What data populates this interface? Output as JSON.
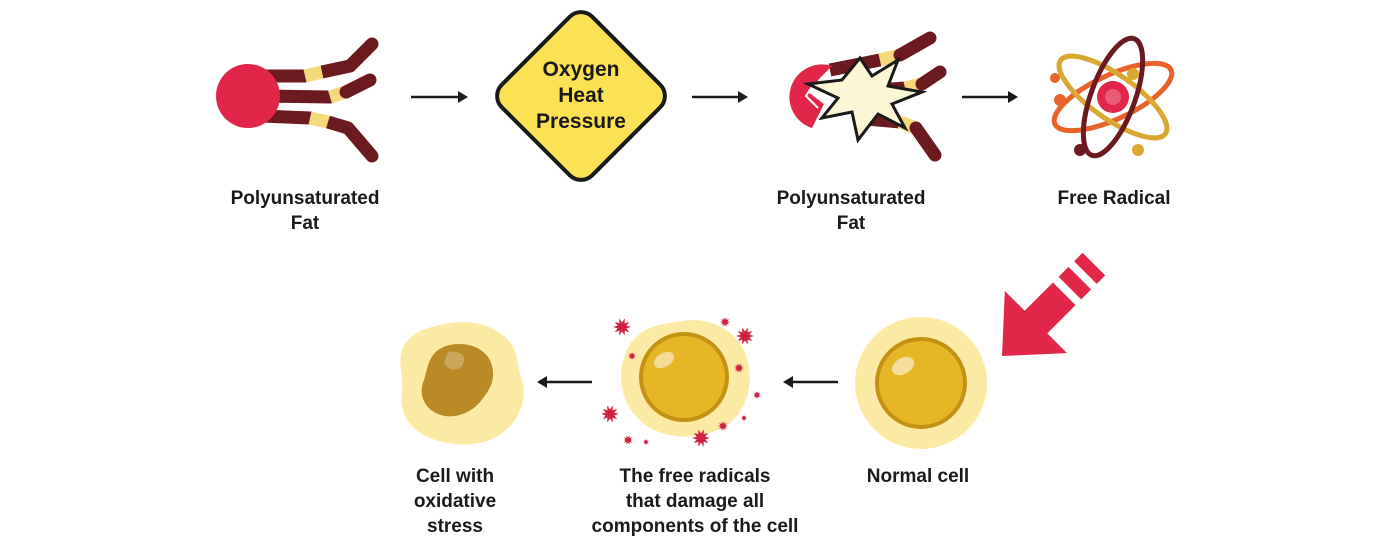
{
  "colors": {
    "fat_head": "#e1264a",
    "fat_tail": "#6b1a1f",
    "fat_band": "#f3d97a",
    "sign_fill": "#fbe154",
    "sign_stroke": "#1a1a1a",
    "spark": "#fbf6d6",
    "atom_core": "#e1264a",
    "orbit_dark": "#6b1a1f",
    "orbit_orange": "#e8622c",
    "orbit_gold": "#d9a830",
    "big_arrow": "#e1264a",
    "cell_outer": "#fbeaa4",
    "cell_nucleus": "#e6b626",
    "cell_nucleus_edge": "#c49212",
    "damaged_nucleus": "#b98a26",
    "radical": "#cf2141",
    "arrow": "#1a1a1a"
  },
  "diagram": {
    "steps": {
      "fat_intact": {
        "label": "Polyunsaturated\nFat",
        "icon": "fatty-acid-molecule-icon"
      },
      "catalysts": {
        "sign_text": "Oxygen\nHeat\nPressure",
        "icon": "warning-diamond-sign"
      },
      "fat_broken": {
        "label": "Polyunsaturated\nFat",
        "icon": "broken-fatty-acid-molecule-icon"
      },
      "free_radical": {
        "label": "Free Radical",
        "icon": "atom-icon"
      },
      "normal_cell": {
        "label": "Normal cell",
        "icon": "healthy-cell-icon"
      },
      "attacked_cell": {
        "label": "The free radicals\nthat damage all\ncomponents of the cell",
        "icon": "cell-with-radicals-icon"
      },
      "stressed_cell": {
        "label": "Cell with\noxidative\nstress",
        "icon": "damaged-cell-icon"
      }
    },
    "connectors": [
      "arrow-right-icon",
      "arrow-right-icon",
      "arrow-right-icon",
      "big-arrow-down-left-icon",
      "arrow-left-icon",
      "arrow-left-icon"
    ]
  }
}
